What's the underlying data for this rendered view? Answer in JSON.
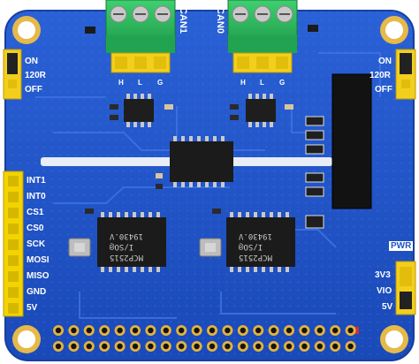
{
  "board": {
    "colors": {
      "pcb": "#1f55c9",
      "pcb_edge": "#2e66d8",
      "trace": "#3a6fe0",
      "silkscreen": "#ffffff",
      "gold": "#e3b33f",
      "terminal": "#27b35a",
      "ic": "#1e1e1e",
      "header": "#f2d100",
      "led_red": "#d03030",
      "shield_black": "#111111"
    },
    "connectors": {
      "can1": {
        "label": "CAN1",
        "pins": [
          "H",
          "L",
          "G"
        ]
      },
      "can0": {
        "label": "CAN0",
        "pins": [
          "H",
          "L",
          "G"
        ]
      }
    },
    "left_switch": {
      "labels": [
        "ON",
        "120R",
        "OFF"
      ]
    },
    "right_switch": {
      "labels": [
        "ON",
        "120R",
        "OFF"
      ]
    },
    "left_header": {
      "labels": [
        "INT1",
        "INT0",
        "CS1",
        "CS0",
        "SCK",
        "MOSI",
        "MISO",
        "GND",
        "5V"
      ]
    },
    "power_select": {
      "title": "PWR",
      "labels": [
        "3V3",
        "VIO",
        "5V"
      ]
    },
    "controllers": [
      {
        "marking_1": "MCP2515",
        "marking_2": "I/SO@",
        "marking_3": "19430.V"
      },
      {
        "marking_1": "MCP2515",
        "marking_2": "I/SO@",
        "marking_3": "19430.V"
      }
    ]
  }
}
